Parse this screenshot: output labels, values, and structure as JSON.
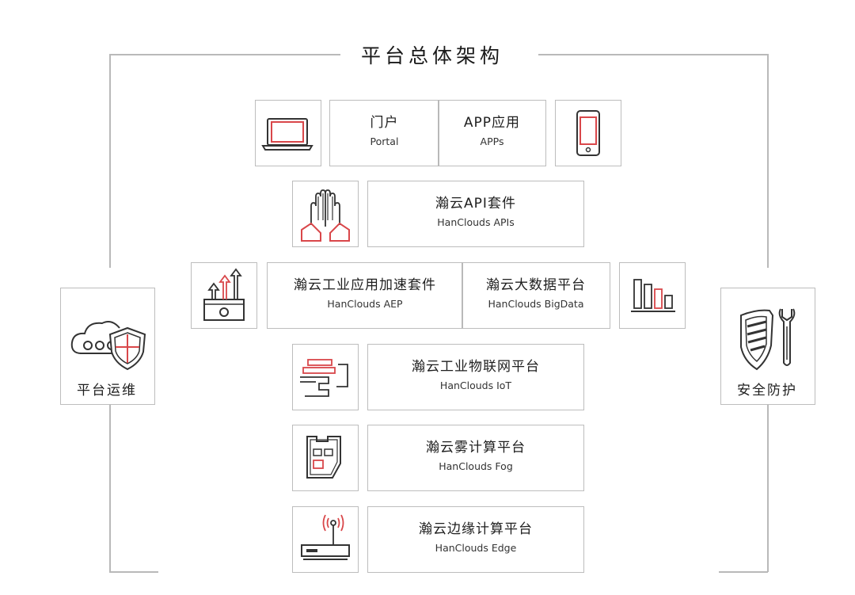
{
  "title": "平台总体架构",
  "left_panel": {
    "label": "平台运维",
    "icon": "cloud-shield-icon"
  },
  "right_panel": {
    "label": "安全防护",
    "icon": "shield-wrench-icon"
  },
  "layers": {
    "portal": {
      "cn": "门户",
      "en": "Portal",
      "icon": "laptop-icon"
    },
    "apps": {
      "cn": "APP应用",
      "en": "APPs",
      "icon": "smartphone-icon"
    },
    "apis": {
      "cn": "瀚云API套件",
      "en": "HanClouds APIs",
      "icon": "hands-icon"
    },
    "aep": {
      "cn": "瀚云工业应用加速套件",
      "en": "HanClouds AEP",
      "icon": "growth-arrows-icon"
    },
    "bigdata": {
      "cn": "瀚云大数据平台",
      "en": "HanClouds BigData",
      "icon": "bar-chart-icon"
    },
    "iot": {
      "cn": "瀚云工业物联网平台",
      "en": "HanClouds IoT",
      "icon": "network-module-icon"
    },
    "fog": {
      "cn": "瀚云雾计算平台",
      "en": "HanClouds Fog",
      "icon": "floor-plan-icon"
    },
    "edge": {
      "cn": "瀚云边缘计算平台",
      "en": "HanClouds Edge",
      "icon": "router-antenna-icon"
    }
  },
  "colors": {
    "accent": "#d9474a",
    "line": "#bdbdbd",
    "icon": "#333333"
  }
}
